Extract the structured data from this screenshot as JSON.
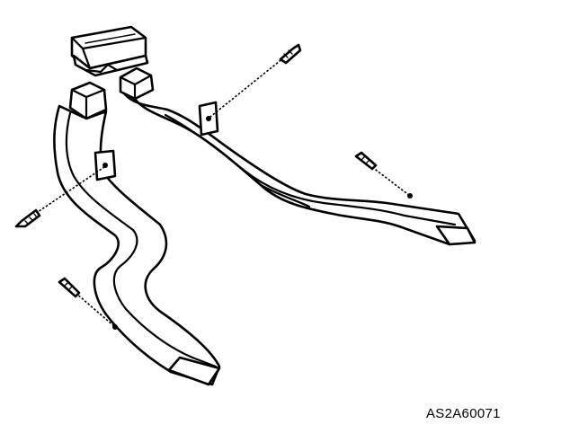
{
  "figure": {
    "code": "AS2A60071"
  },
  "colors": {
    "ink": "#000000",
    "paper": "#ffffff"
  },
  "parts": [
    {
      "name": "center-vent-nozzle",
      "icon": "vent-nozzle"
    },
    {
      "name": "left-air-duct",
      "icon": "duct"
    },
    {
      "name": "right-air-duct",
      "icon": "duct"
    },
    {
      "name": "screw",
      "count": 4,
      "icon": "screw-icon"
    }
  ]
}
